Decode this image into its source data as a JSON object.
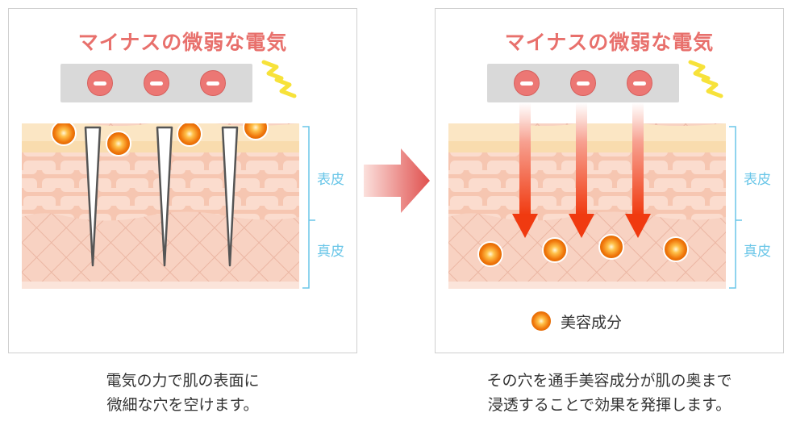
{
  "panels": {
    "left": {
      "title": "マイナスの微弱な電気"
    },
    "right": {
      "title": "マイナスの微弱な電気"
    }
  },
  "labels": {
    "epidermis": "表皮",
    "dermis": "真皮"
  },
  "legend": {
    "label": "美容成分"
  },
  "captions": {
    "left": [
      "電気の力で肌の表面に",
      "微細な穴を空けます。"
    ],
    "right": [
      "その穴を通手美容成分が肌の奥まで",
      "浸透することで効果を発揮します。"
    ]
  },
  "colors": {
    "title": "#e8706c",
    "minus": "#ec7774",
    "bracket": "#6ac6e8",
    "bolt": "#f7e23a",
    "particle": "#f07a10",
    "arrow": "#e05050"
  },
  "icons": [
    "minus-sign-icon",
    "lightning-bolt-icon",
    "beauty-particle-icon",
    "needle-icon",
    "down-arrow-icon",
    "right-arrow-icon"
  ]
}
